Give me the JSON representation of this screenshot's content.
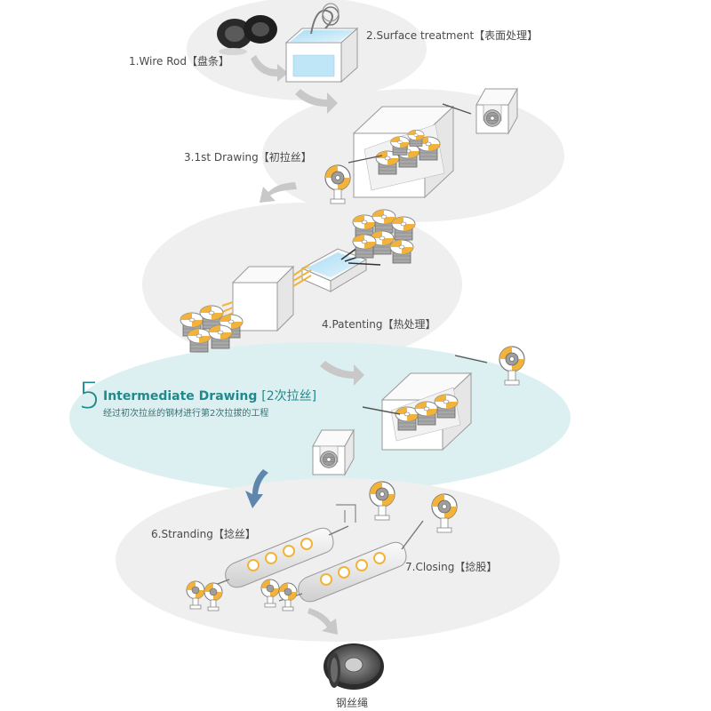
{
  "steps": {
    "wire_rod": "1.Wire Rod【盘条】",
    "surface_treatment": "2.Surface treatment【表面处理】",
    "first_drawing": "3.1st Drawing【初拉丝】",
    "patenting": "4.Patenting【热处理】",
    "intermediate": {
      "number": "5",
      "title": "Intermediate Drawing",
      "title_cn": "[2次拉丝]",
      "description": "经过初次拉丝的钢材进行第2次拉拔的工程"
    },
    "stranding": "6.Stranding【捻丝】",
    "closing": "7.Closing【捻股】",
    "product": "钢丝绳"
  },
  "colors": {
    "ellipse": "#efefef",
    "highlight_ellipse": "#ddf0f1",
    "accent": "#1e8a8e",
    "arrow_gray": "#c8c8c8",
    "arrow_blue": "#5f86ad",
    "spool_yellow": "#f2b33c"
  },
  "icons": [
    "wire-rod-coil-icon",
    "surface-tank-icon",
    "drawing-machine-icon",
    "spool-icon",
    "furnace-icon",
    "stranding-machine-icon",
    "wire-rope-reel-icon"
  ]
}
